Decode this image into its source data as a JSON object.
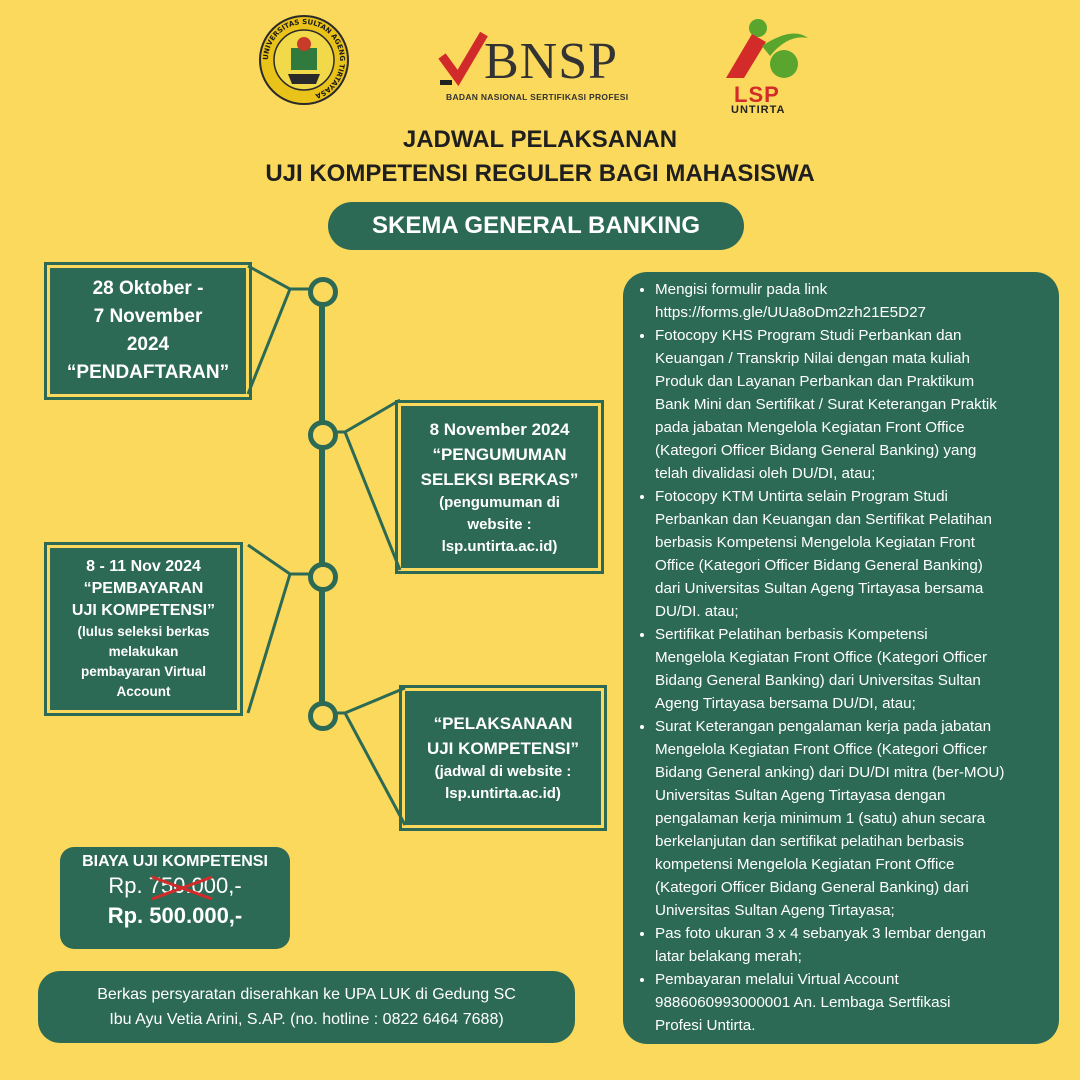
{
  "logos": {
    "untirta_ring": "UNIVERSITAS SULTAN AGENG TIRTAYASA",
    "bnsp_name": "BNSP",
    "bnsp_subtitle": "BADAN NASIONAL SERTIFIKASI PROFESI",
    "lsp_name": "LSP",
    "lsp_sub": "UNTIRTA"
  },
  "title": {
    "line1": "JADWAL PELAKSANAN",
    "line2": "UJI KOMPETENSI REGULER BAGI MAHASISWA"
  },
  "skema": "SKEMA GENERAL BANKING",
  "timeline": [
    {
      "lines": [
        "28 Oktober -",
        "7 November",
        "2024",
        "“PENDAFTARAN”"
      ]
    },
    {
      "lines": [
        "8 November 2024",
        "“PENGUMUMAN",
        "SELEKSI BERKAS”"
      ],
      "note": [
        "(pengumuman di",
        "website :",
        "lsp.untirta.ac.id)"
      ]
    },
    {
      "lines": [
        "8 - 11 Nov 2024",
        "“PEMBAYARAN",
        "UJI KOMPETENSI”"
      ],
      "note": [
        "(lulus seleksi berkas",
        "melakukan",
        "pembayaran Virtual",
        "Account"
      ]
    },
    {
      "lines": [
        "“PELAKSANAAN",
        "UJI KOMPETENSI”"
      ],
      "note": [
        "(jadwal di website :",
        "lsp.untirta.ac.id)"
      ]
    }
  ],
  "cost": {
    "title": "BIAYA UJI KOMPETENSI",
    "old": "Rp. 750.000,-",
    "new": "Rp. 500.000,-"
  },
  "berkas": {
    "line1": "Berkas  persyaratan diserahkan ke UPA LUK di Gedung SC",
    "line2": "Ibu Ayu Vetia Arini, S.AP. (no. hotline : 0822 6464 7688)"
  },
  "requirements": [
    [
      "Mengisi formulir pada link",
      "https://forms.gle/UUa8oDm2zh21E5D27"
    ],
    [
      "Fotocopy KHS Program Studi Perbankan dan",
      "Keuangan / Transkrip Nilai dengan mata kuliah",
      "Produk dan Layanan Perbankan dan Praktikum",
      "Bank Mini dan Sertifikat / Surat Keterangan Praktik",
      "pada jabatan Mengelola Kegiatan Front Office",
      "(Kategori Officer Bidang General Banking) yang",
      "telah divalidasi oleh DU/DI, atau;"
    ],
    [
      "Fotocopy KTM Untirta selain Program Studi",
      "Perbankan dan Keuangan dan Sertifikat Pelatihan",
      "berbasis Kompetensi Mengelola Kegiatan Front",
      "Office (Kategori Officer Bidang General Banking)",
      "dari Universitas Sultan Ageng Tirtayasa bersama",
      "DU/DI. atau;"
    ],
    [
      "Sertifikat Pelatihan berbasis Kompetensi",
      "Mengelola Kegiatan Front Office (Kategori Officer",
      "Bidang General Banking) dari Universitas Sultan",
      "Ageng Tirtayasa bersama DU/DI, atau;"
    ],
    [
      "Surat Keterangan pengalaman kerja pada jabatan",
      "Mengelola Kegiatan Front Office (Kategori Officer",
      "Bidang General anking) dari DU/DI mitra (ber-MOU)",
      "Universitas Sultan Ageng Tirtayasa dengan",
      "pengalaman kerja minimum 1 (satu) ahun secara",
      "berkelanjutan dan sertifikat pelatihan berbasis",
      "kompetensi Mengelola Kegiatan Front Office",
      "(Kategori Officer Bidang General Banking) dari",
      "Universitas Sultan Ageng Tirtayasa;"
    ],
    [
      "Pas foto ukuran 3 x 4 sebanyak 3 lembar dengan",
      "latar belakang merah;"
    ],
    [
      "Pembayaran melalui Virtual Account",
      "9886060993000001 An. Lembaga Sertfikasi",
      "Profesi Untirta."
    ]
  ]
}
